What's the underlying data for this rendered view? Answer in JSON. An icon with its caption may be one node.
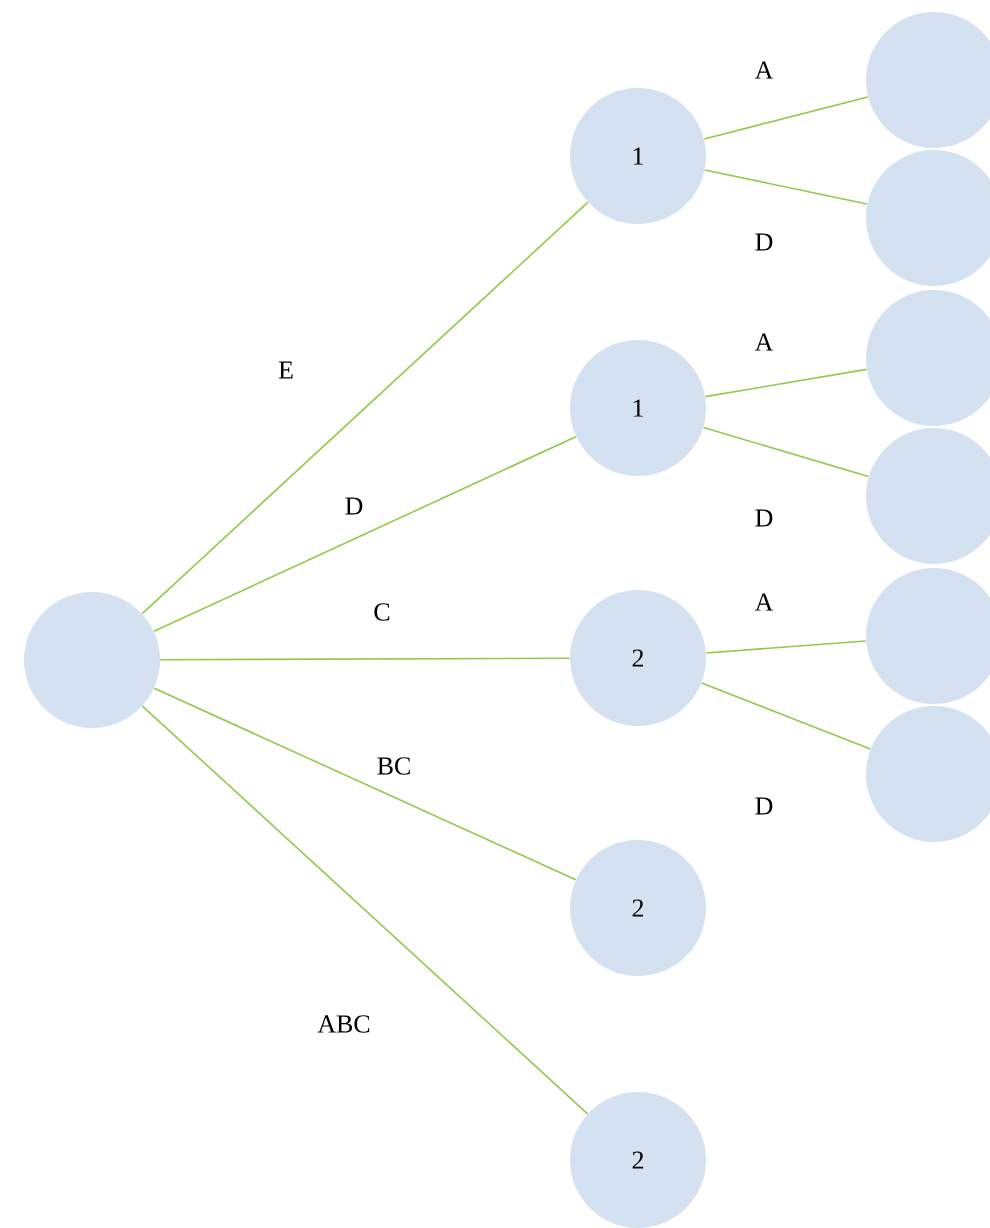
{
  "diagram": {
    "nodes": [
      {
        "text": [],
        "shape": "circle"
      },
      {
        "text": [
          "1"
        ]
      },
      {
        "text": [
          "1"
        ]
      },
      {
        "text": [
          "2"
        ]
      },
      {
        "text": [
          "2"
        ]
      },
      {
        "text": [
          "2"
        ]
      },
      {
        "text": [],
        "shape": "circle"
      },
      {
        "text": [],
        "shape": "circle"
      },
      {
        "text": [],
        "shape": "circle"
      },
      {
        "text": [],
        "shape": "circle"
      },
      {
        "text": [],
        "shape": "circle"
      },
      {
        "text": [],
        "shape": "circle"
      }
    ],
    "edges": [
      {
        "from": 0,
        "to": 1,
        "arrow": "none",
        "label": "E"
      },
      {
        "from": 0,
        "to": 2,
        "arrow": "none",
        "label": "D"
      },
      {
        "from": 0,
        "to": 3,
        "arrow": "none",
        "label": "C"
      },
      {
        "from": 0,
        "to": 4,
        "arrow": "none",
        "label": "BC"
      },
      {
        "from": 0,
        "to": 5,
        "arrow": "none",
        "label": "ABC"
      },
      {
        "from": 1,
        "to": 6,
        "arrow": "none",
        "label": "A"
      },
      {
        "from": 1,
        "to": 7,
        "arrow": "none",
        "label": "D"
      },
      {
        "from": 2,
        "to": 8,
        "arrow": "none",
        "label": "A"
      },
      {
        "from": 2,
        "to": 9,
        "arrow": "none",
        "label": "D"
      },
      {
        "from": 3,
        "to": 10,
        "arrow": "none",
        "label": "A"
      },
      {
        "from": 3,
        "to": 11,
        "arrow": "none",
        "label": "D"
      }
    ]
  }
}
